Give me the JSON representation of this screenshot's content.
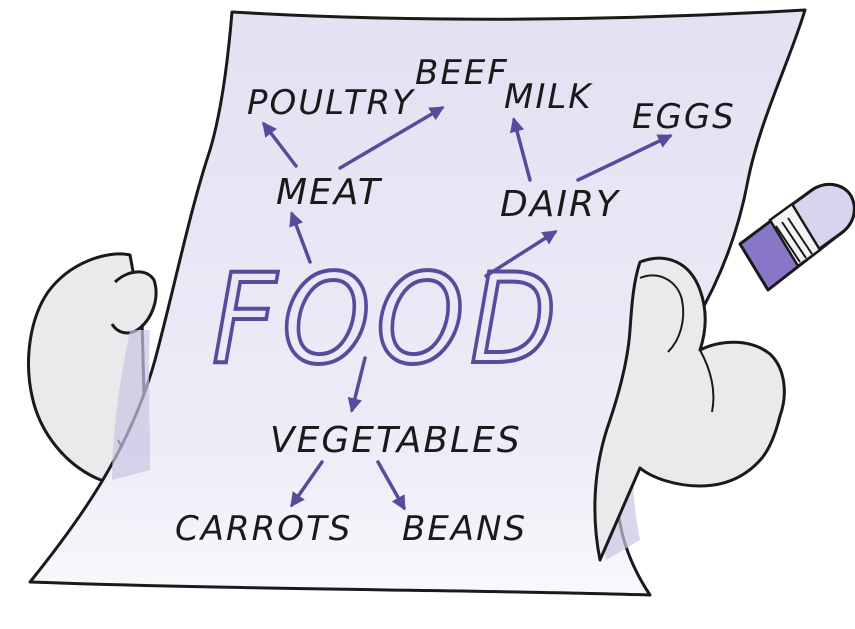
{
  "colors": {
    "paper": "#e6e4f3",
    "paper_light": "#f3f2fa",
    "ink": "#1a1a1a",
    "accent": "#5b4a9b",
    "skin": "#e9eaec"
  },
  "center": {
    "label": "FOOD"
  },
  "categories": [
    {
      "id": "meat",
      "label": "MEAT",
      "children": [
        {
          "id": "poultry",
          "label": "POULTRY"
        },
        {
          "id": "beef",
          "label": "BEEF"
        }
      ]
    },
    {
      "id": "dairy",
      "label": "DAIRY",
      "children": [
        {
          "id": "milk",
          "label": "MILK"
        },
        {
          "id": "eggs",
          "label": "EGGS"
        }
      ]
    },
    {
      "id": "vegetables",
      "label": "VEGETABLES",
      "children": [
        {
          "id": "carrots",
          "label": "CARROTS"
        },
        {
          "id": "beans",
          "label": "BEANS"
        }
      ]
    }
  ],
  "icons": {
    "pencil": "pencil-icon",
    "hands": "hand-icon"
  }
}
